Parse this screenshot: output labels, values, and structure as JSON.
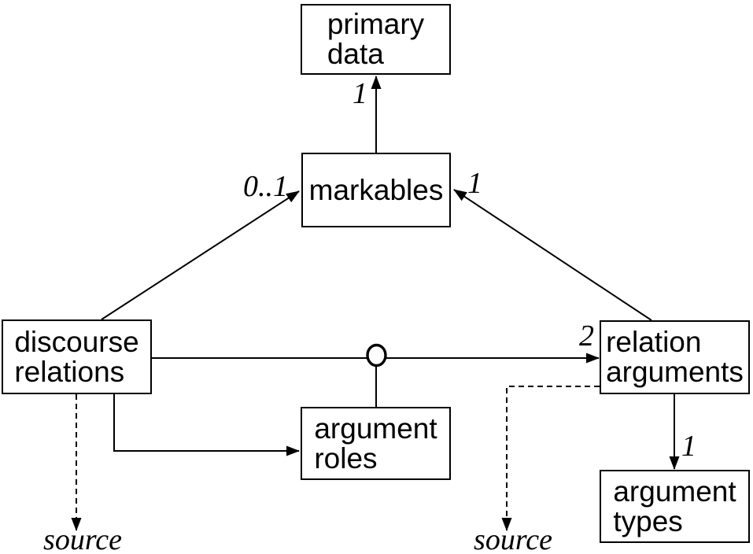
{
  "diagram": {
    "nodes": {
      "primary_data": "primary\ndata",
      "markables": "markables",
      "discourse_relations": "discourse\nrelations",
      "relation_arguments": "relation\narguments",
      "argument_roles": "argument\nroles",
      "argument_types": "argument\ntypes"
    },
    "multiplicities": {
      "markables_to_primary_data": "1",
      "discourse_relations_to_markables": "0..1",
      "relation_arguments_to_markables": "1",
      "discourse_relations_to_relation_arguments": "2",
      "relation_arguments_to_argument_types": "1"
    },
    "source_labels": {
      "left": "source",
      "right": "source"
    },
    "colors": {
      "line": "#000000",
      "text": "#000000",
      "background": "#ffffff"
    }
  }
}
